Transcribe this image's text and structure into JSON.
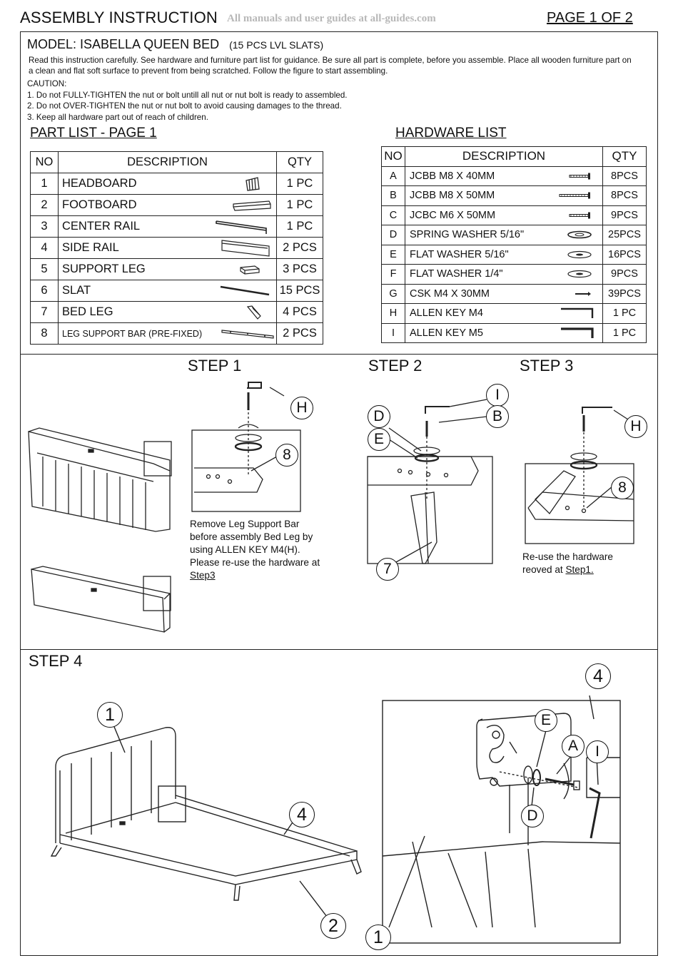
{
  "header": {
    "title": "ASSEMBLY INSTRUCTION",
    "watermark": "All manuals and user guides at all-guides.com",
    "page": "PAGE 1 OF 2"
  },
  "model": {
    "name": "MODEL:  ISABELLA QUEEN BED",
    "slats": "(15 PCS LVL SLATS)"
  },
  "intro": "Read this instruction carefully. See hardware and furniture part list for guidance. Be sure all part is complete, before you assemble. Place all wooden furniture part on a clean and flat soft surface to prevent from being scratched. Follow the figure to start assembling.",
  "caution": {
    "title": "CAUTION:",
    "items": [
      "1. Do not FULLY-TIGHTEN the nut or bolt untill all nut or nut bolt is ready to assembled.",
      "2. Do not OVER-TIGHTEN the nut or nut bolt to avoid causing damages to the thread.",
      "3. Keep all hardware part out of reach of children."
    ]
  },
  "part_list": {
    "title": "PART LIST - PAGE 1",
    "headers": [
      "NO",
      "DESCRIPTION",
      "QTY"
    ],
    "rows": [
      {
        "no": "1",
        "desc": "HEADBOARD",
        "qty": "1 PC",
        "icon": "headboard-icon"
      },
      {
        "no": "2",
        "desc": "FOOTBOARD",
        "qty": "1 PC",
        "icon": "footboard-icon"
      },
      {
        "no": "3",
        "desc": "CENTER RAIL",
        "qty": "1 PC",
        "icon": "center-rail-icon"
      },
      {
        "no": "4",
        "desc": "SIDE RAIL",
        "qty": "2 PCS",
        "icon": "side-rail-icon"
      },
      {
        "no": "5",
        "desc": "SUPPORT LEG",
        "qty": "3 PCS",
        "icon": "support-leg-icon"
      },
      {
        "no": "6",
        "desc": "SLAT",
        "qty": "15 PCS",
        "icon": "slat-icon"
      },
      {
        "no": "7",
        "desc": "BED LEG",
        "qty": "4 PCS",
        "icon": "bed-leg-icon"
      },
      {
        "no": "8",
        "desc": "LEG SUPPORT BAR (PRE-FIXED)",
        "qty": "2 PCS",
        "icon": "leg-support-bar-icon"
      }
    ]
  },
  "hardware_list": {
    "title": "HARDWARE LIST",
    "headers": [
      "NO",
      "DESCRIPTION",
      "QTY"
    ],
    "rows": [
      {
        "no": "A",
        "desc": "JCBB M8 X 40MM",
        "qty": "8PCS",
        "icon": "bolt-icon"
      },
      {
        "no": "B",
        "desc": "JCBB M8 X 50MM",
        "qty": "8PCS",
        "icon": "long-bolt-icon"
      },
      {
        "no": "C",
        "desc": "JCBC M6 X 50MM",
        "qty": "9PCS",
        "icon": "bolt-icon"
      },
      {
        "no": "D",
        "desc": "SPRING WASHER 5/16\"",
        "qty": "25PCS",
        "icon": "spring-washer-icon"
      },
      {
        "no": "E",
        "desc": "FLAT WASHER 5/16\"",
        "qty": "16PCS",
        "icon": "flat-washer-icon"
      },
      {
        "no": "F",
        "desc": "FLAT WASHER 1/4\"",
        "qty": "9PCS",
        "icon": "flat-washer-icon"
      },
      {
        "no": "G",
        "desc": "CSK M4 X 30MM",
        "qty": "39PCS",
        "icon": "screw-icon"
      },
      {
        "no": "H",
        "desc": "ALLEN KEY M4",
        "qty": "1 PC",
        "icon": "allen-key-icon"
      },
      {
        "no": "I",
        "desc": "ALLEN KEY M5",
        "qty": "1 PC",
        "icon": "allen-key-icon"
      }
    ]
  },
  "steps": {
    "step1": {
      "title": "STEP 1",
      "caption_lines": [
        "Remove Leg Support Bar",
        "before assembly Bed Leg by",
        "using ALLEN KEY M4(H).",
        "Please re-use the hardware at"
      ],
      "caption_link": "Step3",
      "callouts": [
        "H",
        "8"
      ]
    },
    "step2": {
      "title": "STEP 2",
      "callouts": [
        "I",
        "D",
        "B",
        "E",
        "7"
      ]
    },
    "step3": {
      "title": "STEP 3",
      "caption_line": "Re-use the hardware",
      "caption_prefix": "reoved at ",
      "caption_link": "Step1.",
      "callouts": [
        "H",
        "8"
      ]
    },
    "step4": {
      "title": "STEP 4",
      "callouts": [
        "1",
        "4",
        "2",
        "4",
        "E",
        "A",
        "I",
        "D",
        "1"
      ]
    }
  }
}
